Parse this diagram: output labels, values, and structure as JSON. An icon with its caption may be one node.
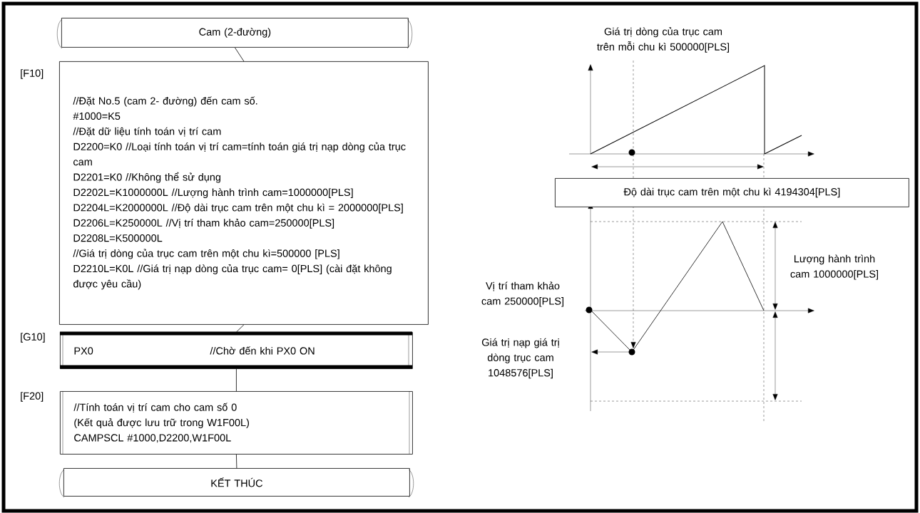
{
  "diagram": {
    "nodes": [
      {
        "text": [
          "Cam (2-đường)"
        ]
      },
      {
        "text": [
          "//Đặt No.5 (cam 2- đường) đến cam số.",
          "#1000=K5",
          "//Đặt dữ liệu tính toán vị trí cam",
          "D2200=K0 //Loại tính toán vị trí cam=tính toán giá trị nạp dòng của trục cam",
          "D2201=K0 //Không thể sử dụng",
          "D2202L=K1000000L //Lượng hành trình cam=1000000[PLS]",
          "D2204L=K2000000L //Độ dài trục cam trên một chu kì = 2000000[PLS]",
          "D2206L=K250000L //Vị trí tham khảo cam=250000[PLS]",
          "D2208L=K500000L",
          "//Giá trị dòng của trục cam trên một chu kì=500000 [PLS]",
          "D2210L=K0L //Giá trị nạp dòng của trục cam= 0[PLS] (cài đặt không được yêu cầu)"
        ],
        "beside": [
          "[F10]"
        ]
      },
      {
        "text": [
          "PX0",
          "//Chờ đến khi PX0 ON"
        ],
        "beside": [
          "[G10]"
        ]
      },
      {
        "text": [
          "//Tính toán vị trí cam cho cam số 0",
          "(Kết quả được lưu trữ trong W1F00L)",
          "CAMPSCL #1000,D2200,W1F00L"
        ],
        "beside": [
          "[F20]"
        ]
      },
      {
        "text": [
          "KẾT THÚC"
        ]
      },
      {
        "text": [
          "Độ dài trục cam trên một chu kì 4194304[PLS]"
        ]
      }
    ],
    "edges": [
      {
        "from": 0,
        "to": 1,
        "arrow": "none"
      },
      {
        "from": 1,
        "to": 2,
        "arrow": "none"
      },
      {
        "from": 2,
        "to": 3,
        "arrow": "none"
      },
      {
        "from": 3,
        "to": 4,
        "arrow": "none"
      }
    ],
    "labels": [
      "Giá trị dòng của trục cam trên mỗi chu kì 500000[PLS]",
      "Lượng hành trình cam 1000000[PLS]",
      "Vị trí tham khảo cam 250000[PLS]",
      "Giá trị nạp giá trị dòng trục cam 1048576[PLS]"
    ]
  }
}
